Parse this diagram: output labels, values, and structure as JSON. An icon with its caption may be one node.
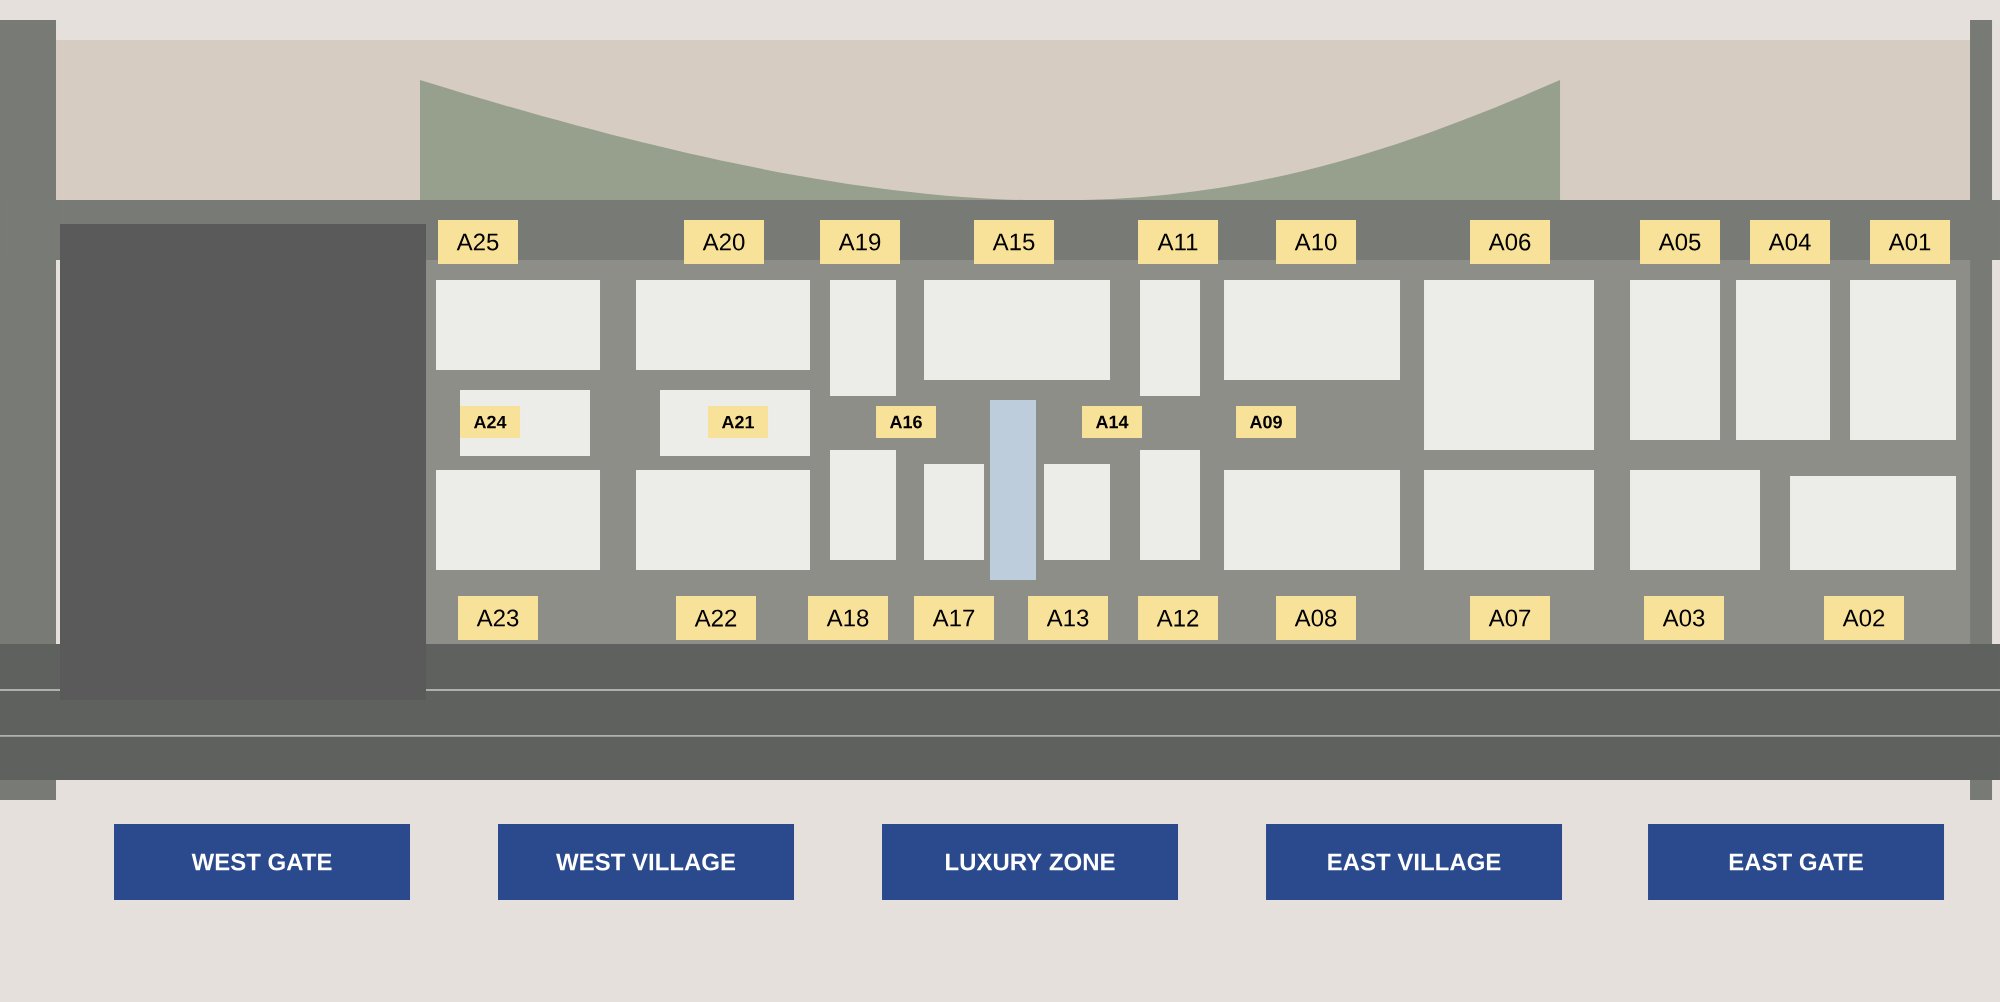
{
  "diagram": {
    "nodes": [
      {
        "text": [
          "A25"
        ]
      },
      {
        "text": [
          "A20"
        ]
      },
      {
        "text": [
          "A19"
        ]
      },
      {
        "text": [
          "A15"
        ]
      },
      {
        "text": [
          "A11"
        ]
      },
      {
        "text": [
          "A10"
        ]
      },
      {
        "text": [
          "A06"
        ]
      },
      {
        "text": [
          "A05"
        ]
      },
      {
        "text": [
          "A04"
        ]
      },
      {
        "text": [
          "A01"
        ]
      },
      {
        "text": [
          "A24"
        ]
      },
      {
        "text": [
          "A21"
        ]
      },
      {
        "text": [
          "A16"
        ]
      },
      {
        "text": [
          "A14"
        ]
      },
      {
        "text": [
          "A09"
        ]
      },
      {
        "text": [
          "A23"
        ]
      },
      {
        "text": [
          "A22"
        ]
      },
      {
        "text": [
          "A18"
        ]
      },
      {
        "text": [
          "A17"
        ]
      },
      {
        "text": [
          "A13"
        ]
      },
      {
        "text": [
          "A12"
        ]
      },
      {
        "text": [
          "A08"
        ]
      },
      {
        "text": [
          "A07"
        ]
      },
      {
        "text": [
          "A03"
        ]
      },
      {
        "text": [
          "A02"
        ]
      },
      {
        "text": [
          "WEST GATE"
        ]
      },
      {
        "text": [
          "WEST VILLAGE"
        ]
      },
      {
        "text": [
          "LUXURY ZONE"
        ]
      },
      {
        "text": [
          "EAST VILLAGE"
        ]
      },
      {
        "text": [
          "EAST GATE"
        ]
      }
    ]
  }
}
